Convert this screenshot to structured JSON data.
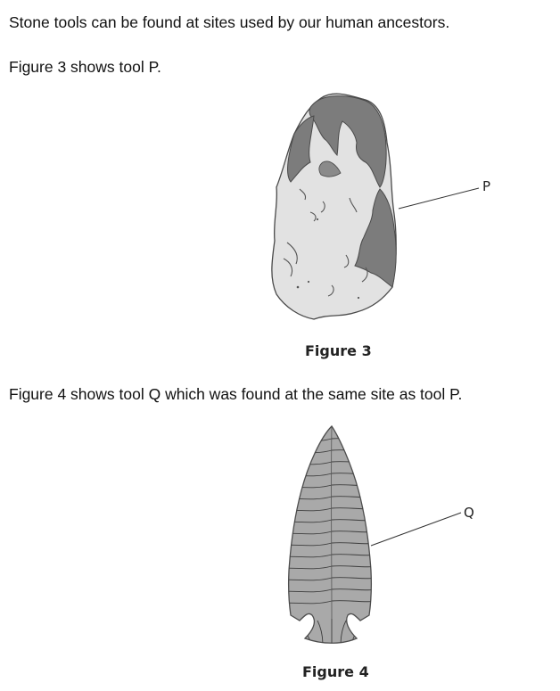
{
  "intro": "Stone tools can be found at sites used by our human ancestors.",
  "figure3_intro": "Figure 3 shows tool P.",
  "figure3": {
    "caption": "Figure 3",
    "label": "P"
  },
  "figure4_intro": "Figure 4 shows tool Q which was found at the same site as tool P.",
  "figure4": {
    "caption": "Figure 4",
    "label": "Q"
  }
}
